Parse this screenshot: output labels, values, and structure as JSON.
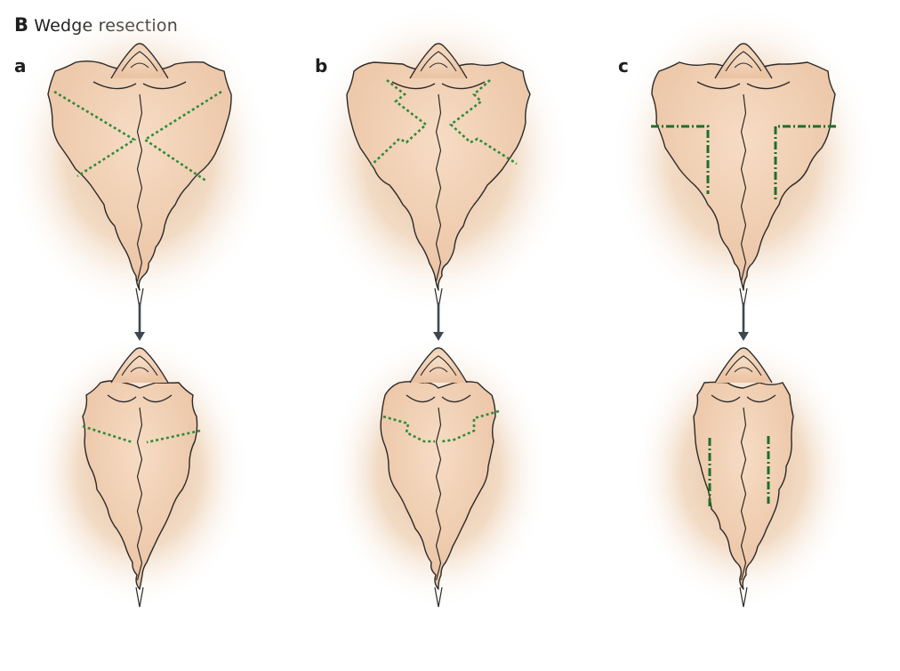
{
  "figure": {
    "letter": "B",
    "title": "Wedge resection"
  },
  "panels": [
    {
      "id": "a",
      "label": "a",
      "incision_style": "dotted-x"
    },
    {
      "id": "b",
      "label": "b",
      "incision_style": "dotted-zigzag"
    },
    {
      "id": "c",
      "label": "c",
      "incision_style": "dash-dot-l-shape"
    }
  ],
  "colors": {
    "tissue_fill": "#f1d1b6",
    "tissue_outline": "#2a2a2a",
    "background_glow": "#e7c6a6",
    "incision_line": "#2e8b3a",
    "incision_line_dark": "#1e6e2a",
    "arrow": "#3e4650",
    "text": "#1f1f1f"
  }
}
